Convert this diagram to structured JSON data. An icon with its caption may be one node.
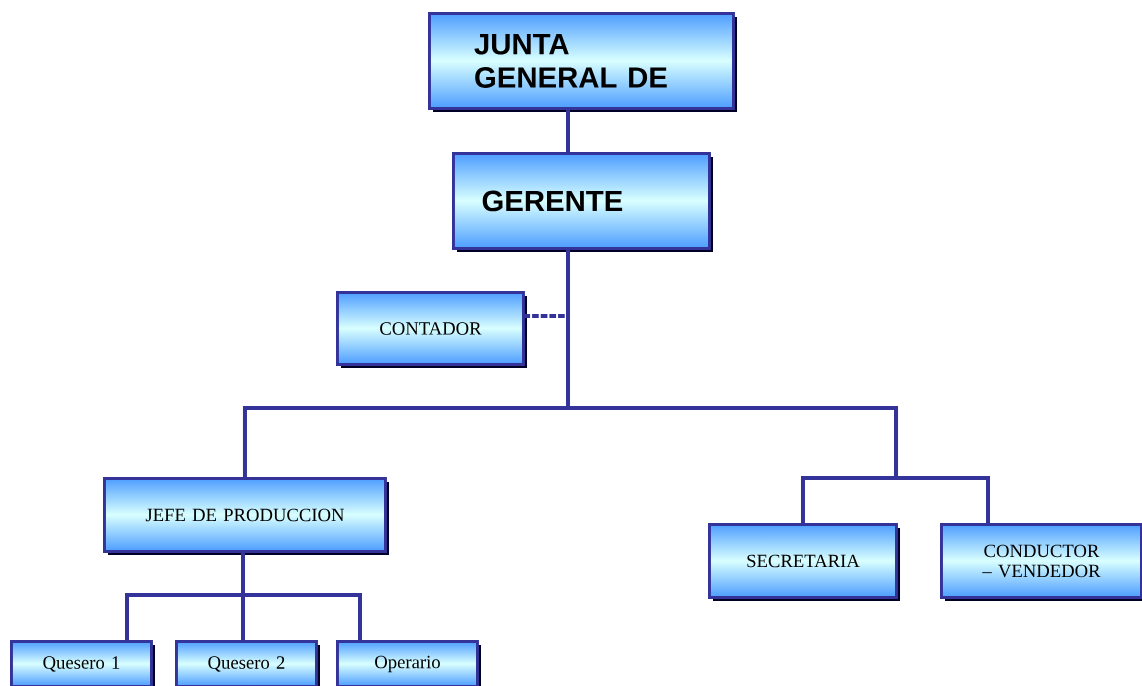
{
  "diagram": {
    "nodes": [
      {
        "text": [
          "JUNTA GENERAL DE"
        ]
      },
      {
        "text": [
          "GERENTE"
        ]
      },
      {
        "text": [
          "CONTADOR"
        ]
      },
      {
        "text": [
          "JEFE DE PRODUCCION"
        ]
      },
      {
        "text": [
          "SECRETARIA"
        ]
      },
      {
        "text": [
          "CONDUCTOR – VENDEDOR"
        ]
      },
      {
        "text": [
          "Quesero 1"
        ]
      },
      {
        "text": [
          "Quesero 2"
        ]
      },
      {
        "text": [
          "Operario"
        ]
      }
    ],
    "edges": [
      {
        "from": 0,
        "to": 1,
        "arrow": "none"
      },
      {
        "from": 1,
        "to": 2,
        "arrow": "none",
        "style": "dashed"
      },
      {
        "from": 1,
        "to": 3,
        "arrow": "none"
      },
      {
        "from": 1,
        "to": 4,
        "arrow": "none"
      },
      {
        "from": 1,
        "to": 5,
        "arrow": "none"
      },
      {
        "from": 3,
        "to": 6,
        "arrow": "none"
      },
      {
        "from": 3,
        "to": 7,
        "arrow": "none"
      },
      {
        "from": 3,
        "to": 8,
        "arrow": "none"
      }
    ]
  }
}
